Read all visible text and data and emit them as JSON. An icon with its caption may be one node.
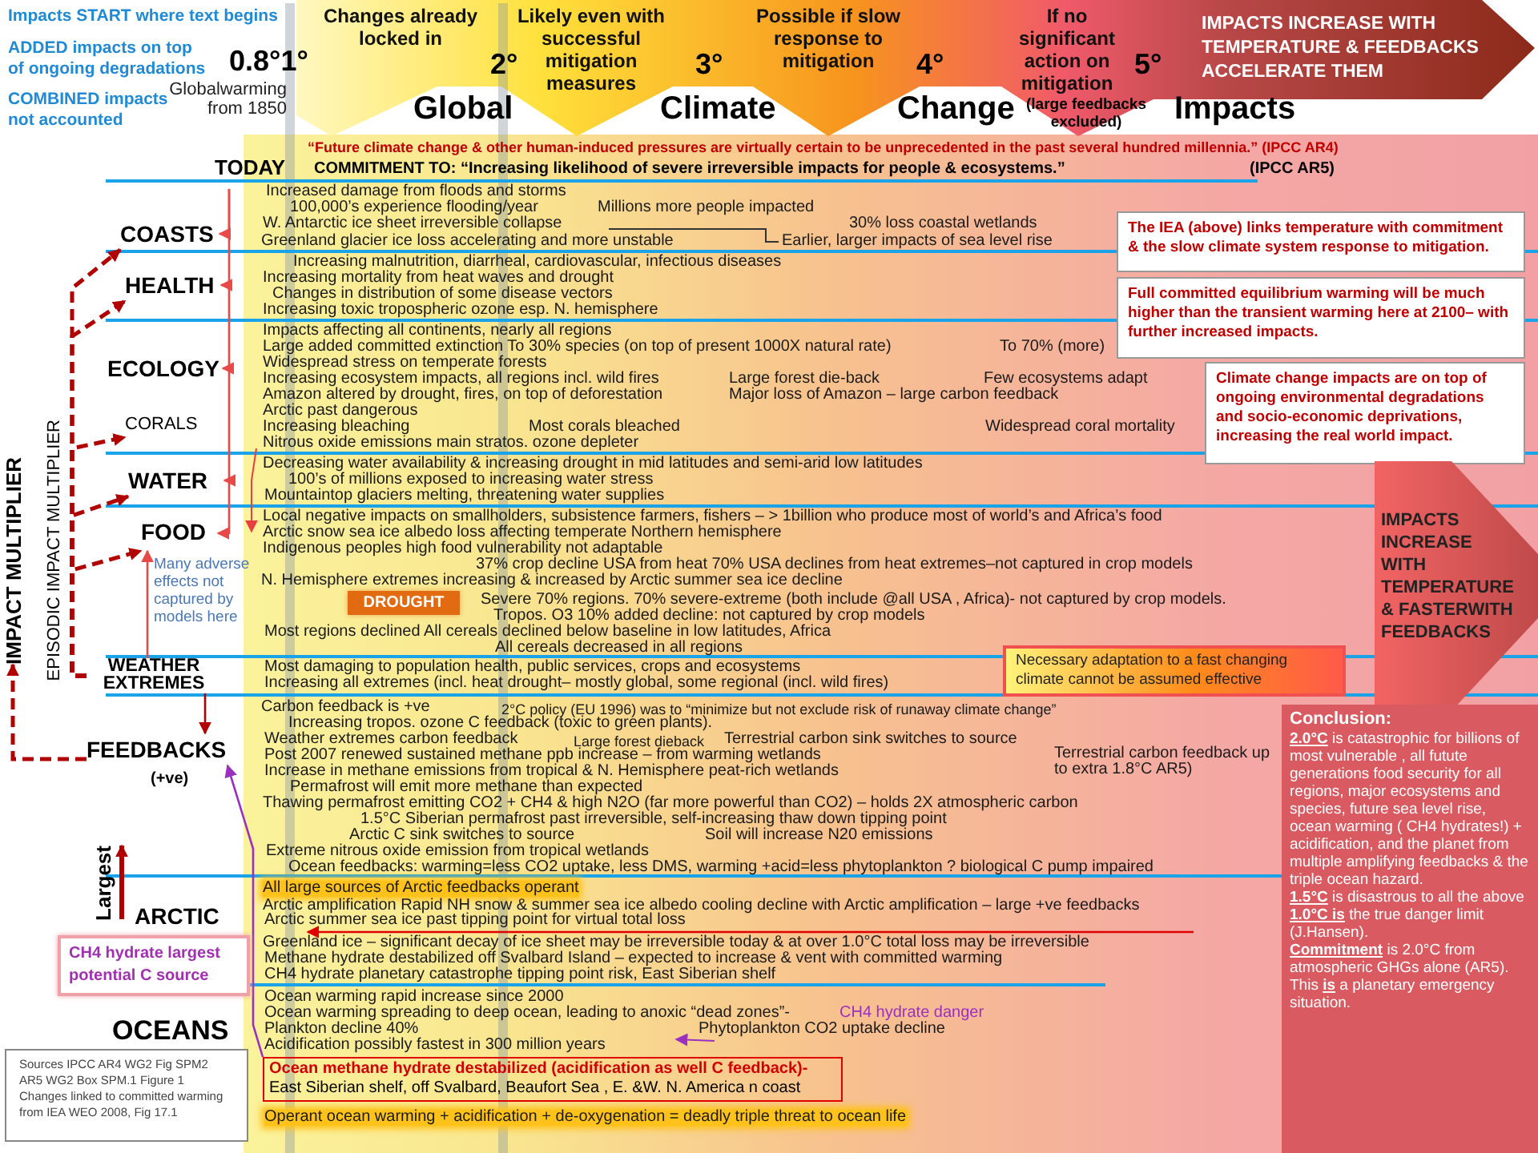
{
  "diagram": {
    "nodes": [
      {
        "text": [
          "COASTS"
        ]
      },
      {
        "text": [
          "HEALTH"
        ]
      },
      {
        "text": [
          "ECOLOGY"
        ]
      },
      {
        "text": [
          "CORALS"
        ]
      },
      {
        "text": [
          "WATER"
        ]
      },
      {
        "text": [
          "FOOD"
        ]
      },
      {
        "text": [
          "WEATHER EXTREMES"
        ]
      },
      {
        "text": [
          "FEEDBACKS"
        ],
        "beside": [
          "(+ve)"
        ]
      },
      {
        "text": [
          "ARCTIC"
        ]
      },
      {
        "text": [
          "OCEANS"
        ]
      },
      {
        "text": [
          "The IEA (above) links temperature with commitment & the slow climate system response to mitigation."
        ]
      },
      {
        "text": [
          "Full committed equilibrium warming will be much higher than the transient warming here at 2100– with further increased impacts."
        ]
      },
      {
        "text": [
          "Climate change impacts are on top of ongoing environmental degradations and socio-economic deprivations, increasing the real world impact."
        ]
      },
      {
        "text": [
          "IMPACTS INCREASE WITH TEMPERATURE & FASTERWITH FEEDBACKS"
        ]
      },
      {
        "text": [
          "DROUGHT"
        ]
      },
      {
        "text": [
          "Necessary adaptation to a fast changing climate cannot be assumed  effective"
        ]
      },
      {
        "text": [
          "Conclusion:",
          "**2.0°C** is catastrophic  for billions of most vulnerable , all futute generations food security for all regions, major ecosystems and species, future sea level rise, ocean warming ( CH4 hydrates!) + acidification, and the  planet from multiple amplifying feedbacks & the triple ocean hazard.",
          "**1.5°C** is  disastrous to  all the above",
          "**1.0°C is** the true danger limit (J.Hansen).",
          "**Commitment**  is 2.0°C from atmospheric GHGs alone (AR5). This **is** a planetary emergency situation."
        ]
      },
      {
        "text": [
          "CH4 hydrate largest potential C source"
        ]
      },
      {
        "text": [
          "Sources  IPCC AR4 WG2 Fig SPM2 AR5 WG2 Box SPM.1 Figure 1 Changes linked to committed warming from IEA WEO 2008, Fig  17.1"
        ]
      },
      {
        "text": [
          "Ocean  methane hydrate destabilized (acidification as well C feedback)-",
          "East Siberian shelf, off Svalbard, Beaufort Sea , E. &W. N. America n coast"
        ]
      },
      {
        "text": [
          "IMPACT MULTIPLIER"
        ]
      }
    ],
    "edges": [
      {
        "from": null,
        "to": 0,
        "arrow": "to"
      },
      {
        "from": null,
        "to": 1,
        "arrow": "to"
      },
      {
        "from": null,
        "to": 2,
        "arrow": "to"
      },
      {
        "from": null,
        "to": 4,
        "arrow": "to"
      },
      {
        "from": null,
        "to": 5,
        "arrow": "to"
      },
      {
        "from": 6,
        "to": 0,
        "arrow": "to",
        "style": "dashed",
        "color": "#b00000"
      },
      {
        "from": 6,
        "to": 1,
        "arrow": "to",
        "style": "dashed",
        "color": "#b00000"
      },
      {
        "from": 6,
        "to": 3,
        "arrow": "to",
        "style": "dashed",
        "color": "#b00000"
      },
      {
        "from": 6,
        "to": 4,
        "arrow": "to",
        "style": "dashed",
        "color": "#b00000"
      },
      {
        "from": 6,
        "to": 5,
        "arrow": "to",
        "style": "dashed",
        "color": "#b00000"
      },
      {
        "from": 6,
        "to": 5,
        "arrow": "to"
      },
      {
        "from": 6,
        "to": 7,
        "arrow": "to",
        "color": "#b00000"
      },
      {
        "from": 7,
        "to": 20,
        "arrow": "to",
        "style": "dashed",
        "color": "#b00000"
      },
      {
        "from": 19,
        "to": 7,
        "arrow": "to",
        "color": "#9b30c0"
      }
    ],
    "labels": [
      "Impacts START where text begins",
      "ADDED impacts on top of ongoing degradations",
      "COMBINED impacts not accounted",
      "0.8°1°",
      "Globalwarming from 1850",
      "Changes already locked in",
      "2°",
      "Likely even with successful mitigation measures",
      "3°",
      "Possible if slow response to mitigation",
      "4°",
      "If no significant action on mitigation",
      "(large feedbacks excluded)",
      "5°",
      "IMPACTS INCREASE WITH TEMPERATURE & FEEDBACKS ACCELERATE THEM",
      "Global",
      "Climate",
      "Change",
      "Impacts",
      "“Future climate change & other human-induced  pressures are virtually certain to be unprecedented  in the past several hundred  millennia.” (IPCC AR4)",
      "TODAY",
      "COMMITMENT TO: “Increasing likelihood of severe irreversible impacts for people & ecosystems.”",
      "(IPCC AR5)",
      "Increased damage from floods and storms",
      "100,000’s experience flooding/year",
      "Millions more people impacted",
      "W. Antarctic ice sheet irreversible collapse",
      "30% loss coastal wetlands",
      "Greenland glacier ice loss accelerating and more unstable",
      "Earlier, larger impacts of sea level rise",
      "Increasing malnutrition, diarrheal, cardiovascular, infectious diseases",
      "Increasing mortality from heat waves and drought",
      "Changes in distribution of some disease vectors",
      "Increasing toxic tropospheric ozone esp. N. hemisphere",
      "Impacts affecting all continents, nearly all regions",
      "Large added committed extinction  To 30%  species (on top of present 1000X natural rate)",
      "To 70% (more)",
      "Widespread stress on temperate forests",
      "Increasing  ecosystem  impacts, all regions incl. wild fires",
      "Large forest die-back",
      "Few  ecosystems adapt",
      "Amazon altered by drought, fires, on top of deforestation",
      "Major loss of Amazon – large carbon feedback",
      "Arctic past dangerous",
      "Increasing bleaching",
      "Most corals  bleached",
      "Widespread coral mortality",
      "Nitrous oxide emissions main stratos. ozone depleter",
      "Decreasing water availability & increasing drought in mid latitudes and semi-arid low latitudes",
      "100’s of millions exposed to increasing water stress",
      "Mountaintop glaciers melting,  threatening water supplies",
      "Local negative impacts on smallholders, subsistence farmers, fishers – > 1billion who produce most of world’s and Africa’s food",
      "Arctic snow sea ice albedo loss affecting temperate Northern hemisphere",
      "Indigenous peoples high food vulnerability not adaptable",
      "37%  crop decline USA from heat  70% USA declines from heat extremes–not captured in crop models",
      "N. Hemisphere extremes increasing & increased by Arctic summer sea ice decline",
      "Severe 70%  regions. 70% severe-extreme (both include @all USA , Africa)- not captured by crop models.",
      "Tropos. O3 10% added decline: not captured by crop models",
      "Many adverse effects not captured by models here",
      "Most regions declined All cereals declined below baseline in low latitudes, Africa",
      "All cereals decreased in all regions",
      "Most damaging to population health, public services, crops and ecosystems",
      "Increasing all extremes  (incl. heat drought– mostly global, some regional (incl. wild fires)",
      "Carbon feedback is +ve",
      "2°C policy (EU 1996) was to “minimize but not exclude risk of runaway climate change”",
      "Increasing tropos.  ozone C feedback (toxic to green plants).",
      "Weather extremes carbon feedback",
      "Large forest dieback",
      "Terrestrial carbon sink switches to source",
      "Post 2007 renewed sustained methane ppb increase – from warming wetlands",
      "Terrestrial carbon feedback up to extra 1.8°C  AR5)",
      "Increase in methane emissions from tropical & N. Hemisphere peat-rich wetlands",
      "Permafrost will emit more methane than expected",
      "Thawing permafrost emitting CO2 + CH4 & high N2O (far more powerful than CO2) – holds 2X atmospheric carbon",
      "1.5°C Siberian permafrost past irreversible, self-increasing thaw down tipping point",
      "Arctic C sink switches to source",
      "Soil will increase N20 emissions",
      "Extreme nitrous oxide emission from tropical wetlands",
      "Ocean feedbacks: warming=less CO2 uptake, less DMS, warming +acid=less phytoplankton ? biological C pump impaired",
      "All large sources of Arctic feedbacks operant",
      "Arctic amplification Rapid NH snow & summer sea ice albedo cooling decline with Arctic amplification – large +ve feedbacks",
      "Arctic summer sea ice past tipping point for virtual total loss",
      "Greenland ice – significant decay of ice sheet may be irreversible today & at over 1.0°C total loss may be irreversible",
      "Methane hydrate destabilized off Svalbard Island – expected to increase & vent with committed warming",
      "CH4 hydrate planetary catastrophe tipping point risk, East Siberian shelf",
      "Ocean warming rapid increase since 2000",
      "Ocean warming spreading to deep ocean, leading to anoxic “dead zones”-",
      "CH4 hydrate danger",
      "Plankton decline 40%",
      "Phytoplankton CO2 uptake decline",
      "Acidification possibly fastest in 300 million years",
      "Operant ocean warming + acidification + de-oxygenation = deadly triple threat to ocean life",
      "EPISODIC IMPACT MULTIPLIER",
      "Largest"
    ]
  }
}
